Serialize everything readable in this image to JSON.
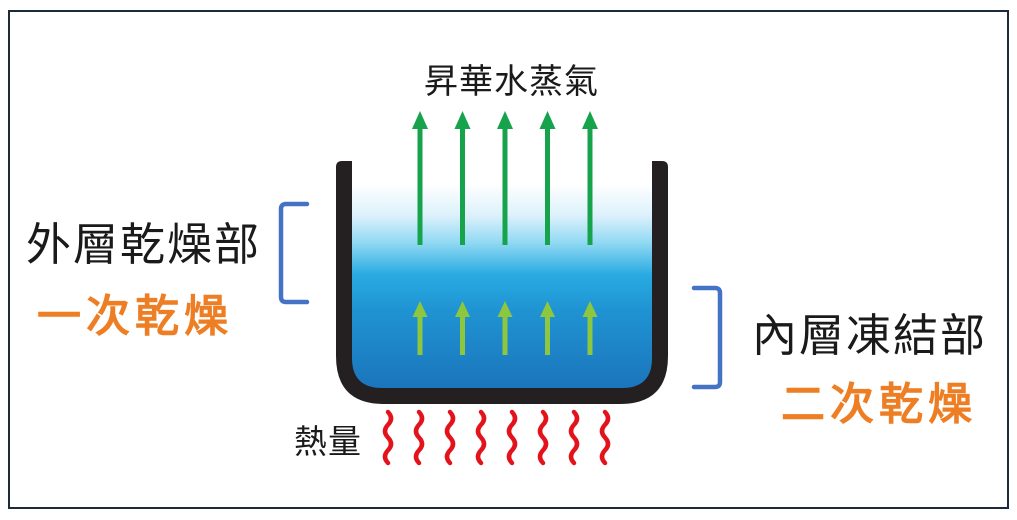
{
  "diagram": {
    "vapor_label": "昇華水蒸氣",
    "outer_layer": {
      "label": "外層乾燥部",
      "stage_label": "一次乾燥"
    },
    "inner_layer": {
      "label": "內層凍結部",
      "stage_label": "二次乾燥"
    },
    "heat_label": "熱量",
    "vapor_arrows": {
      "count": 5
    },
    "inner_arrows": {
      "count": 5
    },
    "heat_waves": {
      "count": 8
    }
  },
  "colors": {
    "vapor-arrow": "#17A24C",
    "inner-arrow": "#8DC63F",
    "heat-wave": "#E3131B",
    "bracket": "#4472C4",
    "stage-text": "#EE7E23",
    "text": "#1A1A1A",
    "container-outline": "#242021",
    "frame-border": "#1C2B39",
    "fill-top": "#FFFFFF",
    "fill-mid": "#29ABE2",
    "fill-bottom": "#1B75BC"
  }
}
